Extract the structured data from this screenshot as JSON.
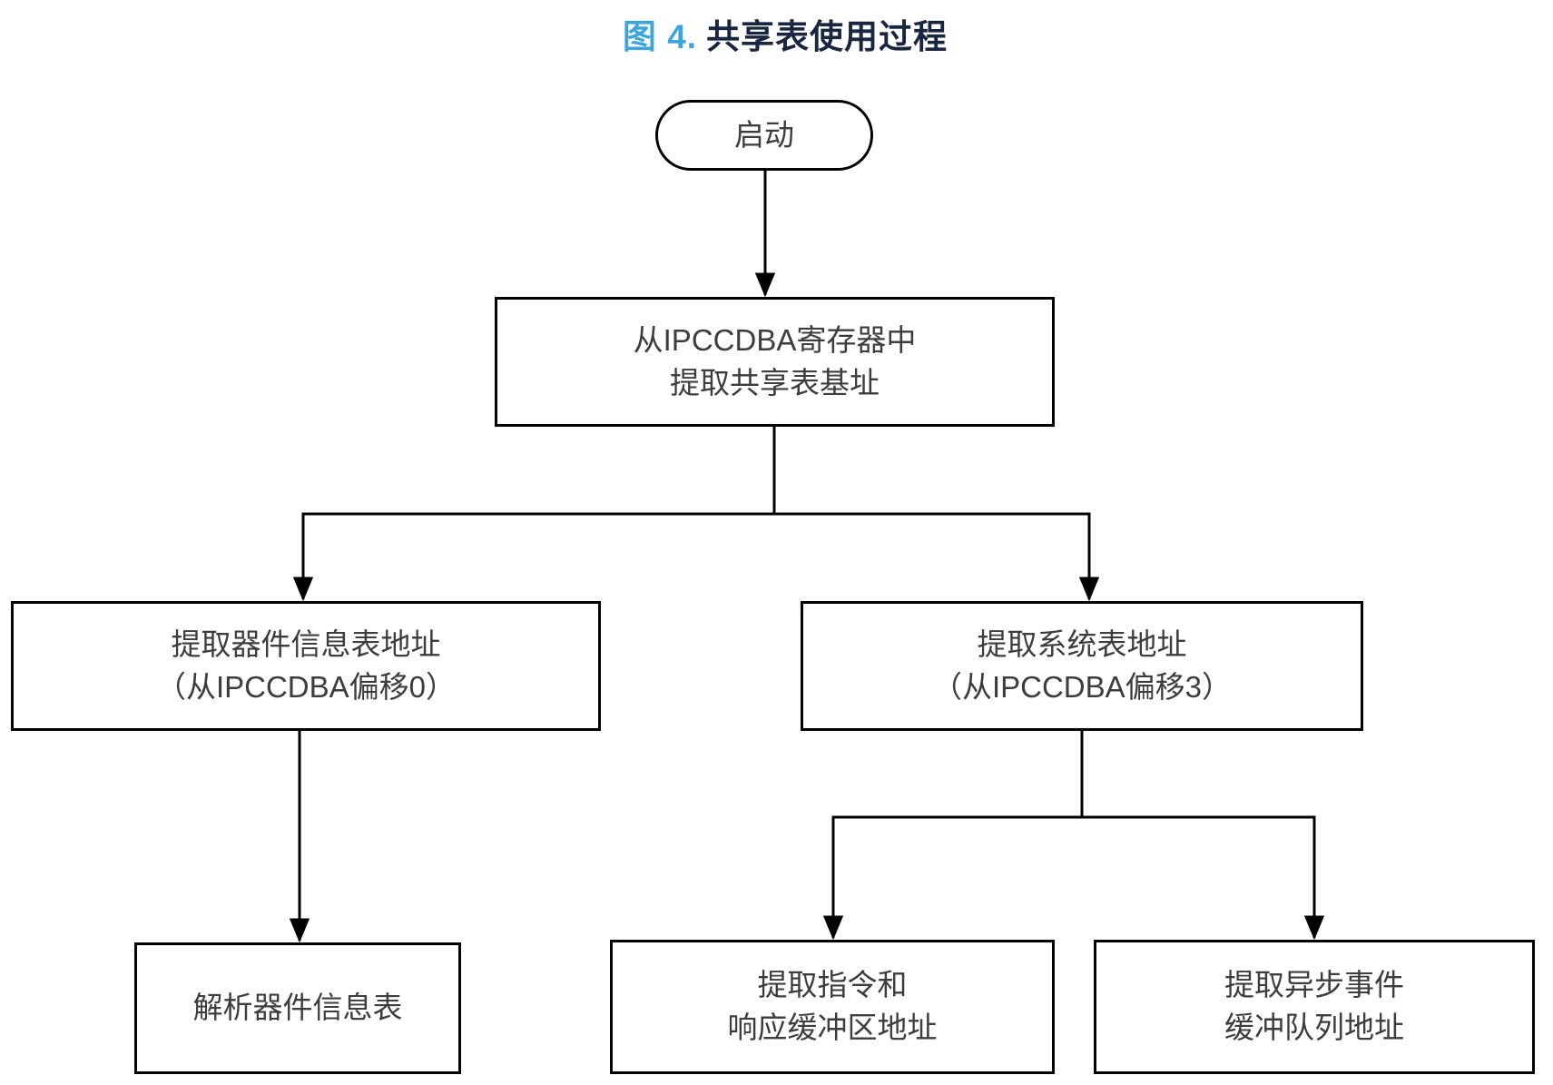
{
  "title": {
    "figure_label": "图 4.",
    "text": "共享表使用过程"
  },
  "nodes": {
    "start": {
      "line1": "启动"
    },
    "extract_base": {
      "line1": "从IPCCDBA寄存器中",
      "line2": "提取共享表基址"
    },
    "extract_device": {
      "line1": "提取器件信息表地址",
      "line2": "（从IPCCDBA偏移0）"
    },
    "extract_system": {
      "line1": "提取系统表地址",
      "line2": "（从IPCCDBA偏移3）"
    },
    "parse_device": {
      "line1": "解析器件信息表"
    },
    "extract_cmd_resp": {
      "line1": "提取指令和",
      "line2": "响应缓冲区地址"
    },
    "extract_async": {
      "line1": "提取异步事件",
      "line2": "缓冲队列地址"
    }
  },
  "colors": {
    "line": "#000000",
    "node_text": "#3d3d3d",
    "title_accent": "#3ba5dc",
    "title_main": "#18263f",
    "background": "#ffffff"
  }
}
